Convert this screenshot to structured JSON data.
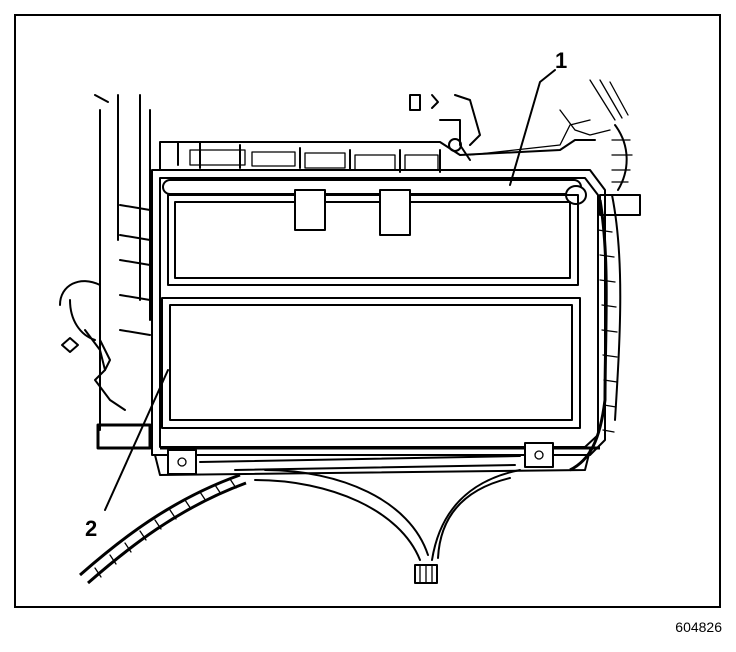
{
  "callouts": {
    "one": "1",
    "two": "2"
  },
  "figure_id": "604826",
  "colors": {
    "ink": "#000000",
    "paper": "#ffffff"
  }
}
